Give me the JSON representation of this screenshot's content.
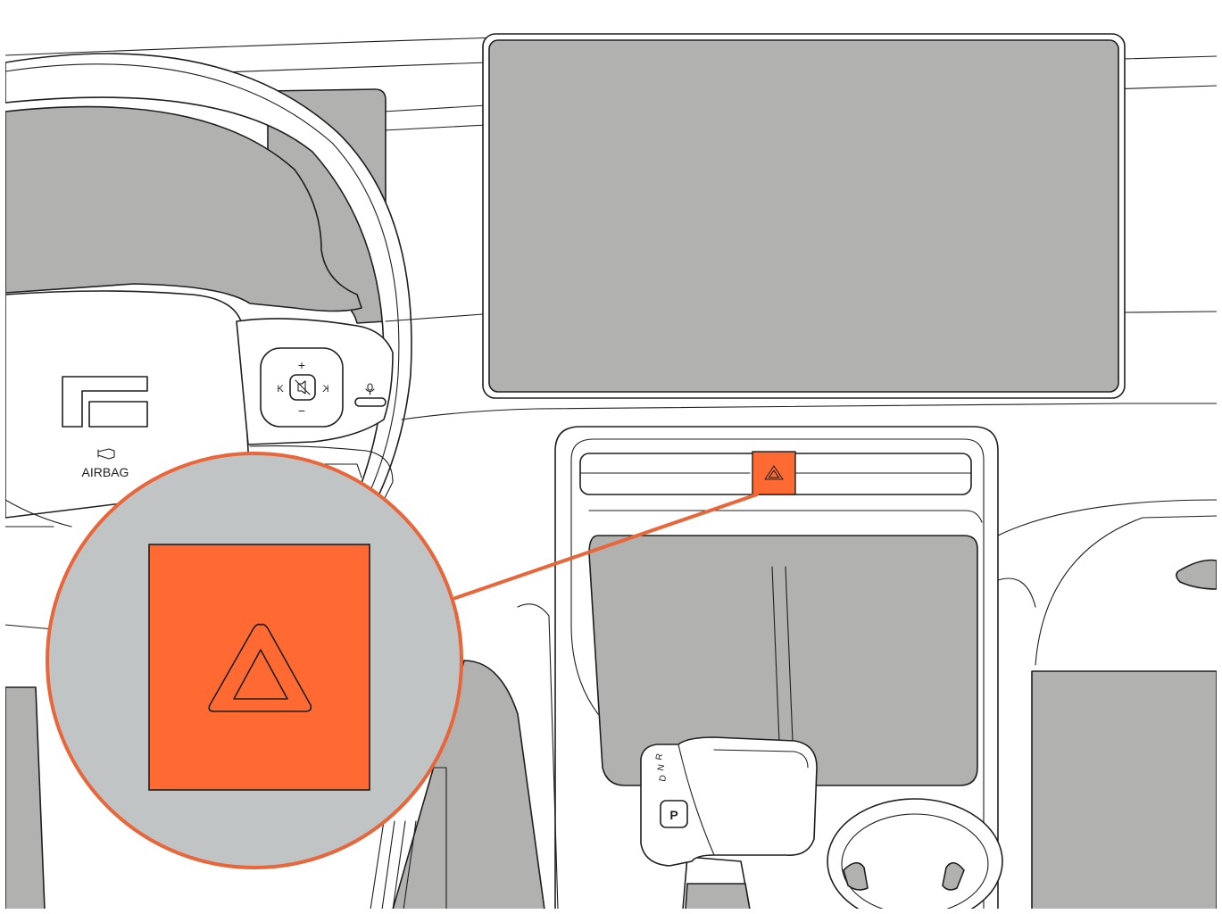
{
  "colors": {
    "accent": "#ff6a33",
    "accent_stroke": "#e8663a",
    "surface_gray": "#b1b2b0",
    "callout_bg": "#c1c4c5",
    "line": "#1e1e1e"
  },
  "steering_wheel": {
    "airbag_label": "AIRBAG",
    "horn_icon": "horn-icon",
    "logo_icon": "brand-logo-icon",
    "controls": {
      "volume_up": "+",
      "volume_down": "−",
      "previous": "K",
      "next": "K",
      "mute_icon": "mute-icon",
      "voice_icon": "microphone-icon"
    }
  },
  "console": {
    "hazard_icon": "hazard-warning-triangle-icon",
    "gear_letters": [
      "R",
      "N",
      "D"
    ],
    "park_label": "P"
  },
  "callout": {
    "icon": "hazard-warning-triangle-icon"
  }
}
